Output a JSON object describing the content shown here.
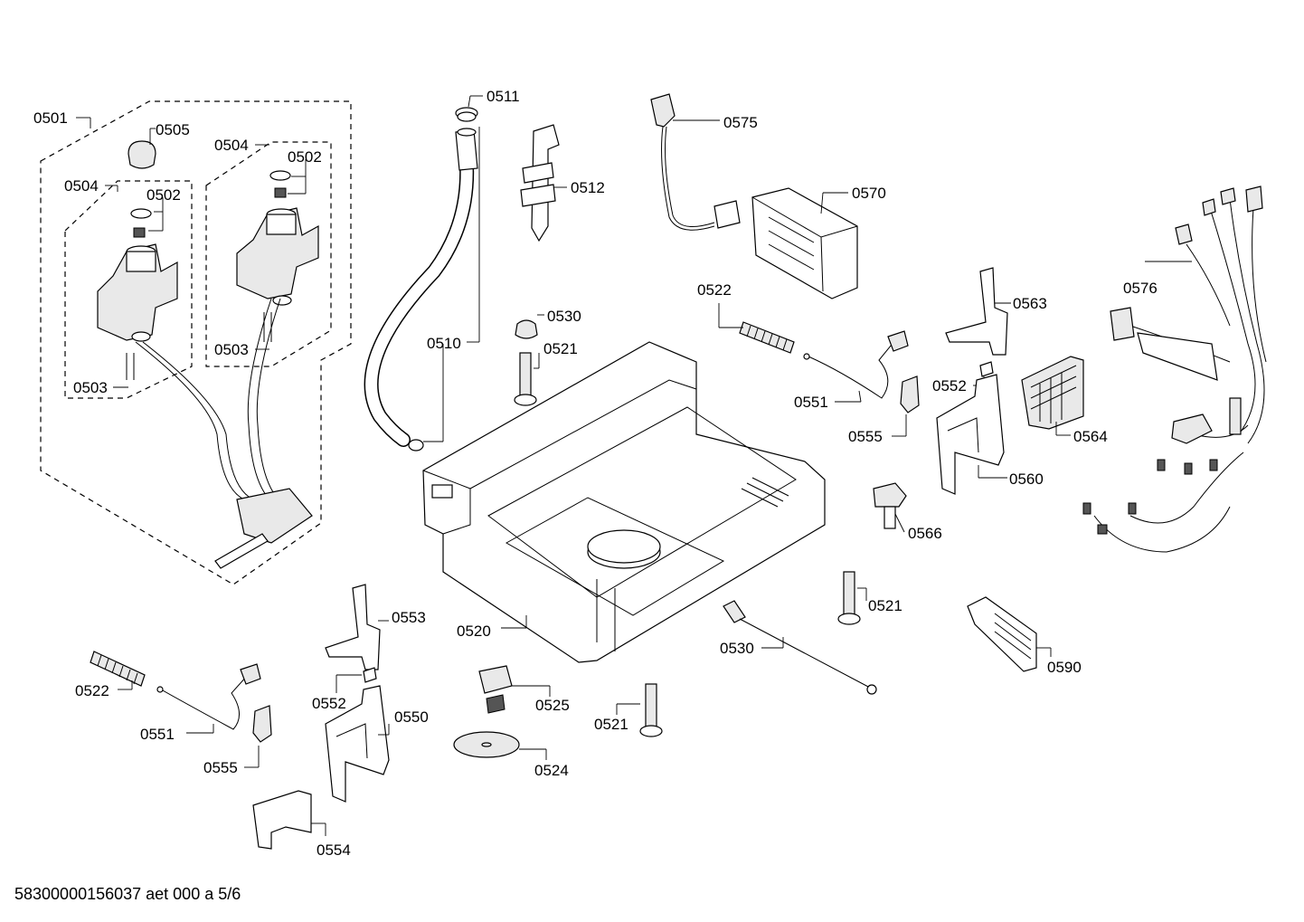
{
  "footer": {
    "doc_id": "58300000156037 aet 000 a 5/6"
  },
  "labels": {
    "l0501": "0501",
    "l0505": "0505",
    "l0504a": "0504",
    "l0504b": "0504",
    "l0502a": "0502",
    "l0502b": "0502",
    "l0503a": "0503",
    "l0503b": "0503",
    "l0511": "0511",
    "l0512": "0512",
    "l0510": "0510",
    "l0575": "0575",
    "l0570": "0570",
    "l0522a": "0522",
    "l0530a": "0530",
    "l0521a": "0521",
    "l0563": "0563",
    "l0576": "0576",
    "l0551a": "0551",
    "l0552a": "0552",
    "l0555a": "0555",
    "l0564": "0564",
    "l0560": "0560",
    "l0566": "0566",
    "l0521b": "0521",
    "l0553": "0553",
    "l0520": "0520",
    "l0530b": "0530",
    "l0590": "0590",
    "l0522b": "0522",
    "l0552b": "0552",
    "l0551b": "0551",
    "l0550": "0550",
    "l0525": "0525",
    "l0521c": "0521",
    "l0555b": "0555",
    "l0524": "0524",
    "l0554": "0554"
  }
}
